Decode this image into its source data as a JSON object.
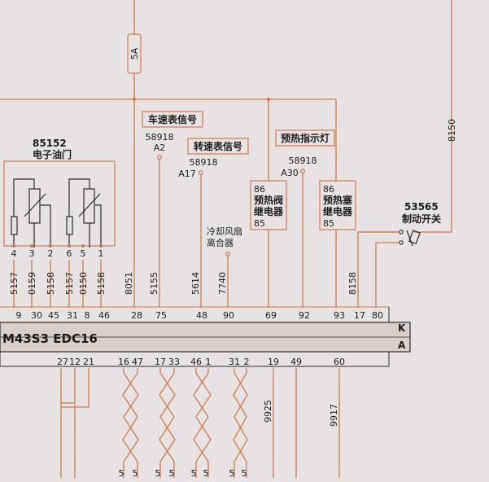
{
  "fuse": {
    "rating": "5A"
  },
  "wire_top_right": "8150",
  "throttle": {
    "code": "85152",
    "name": "电子油门",
    "pins": [
      "4",
      "3",
      "2",
      "6",
      "5",
      "1"
    ]
  },
  "signals": {
    "speedometer": {
      "name": "车速表信号",
      "code": "58918",
      "pin": "A2"
    },
    "tachometer": {
      "name": "转速表信号",
      "code": "58918",
      "pin": "A17"
    },
    "preheat_lamp": {
      "name": "预热指示灯",
      "code": "58918",
      "pin": "A30"
    },
    "fan_clutch": {
      "line1": "冷却风扇",
      "line2": "离合器"
    }
  },
  "relays": {
    "valve": {
      "top": "86",
      "line1": "预热阀",
      "line2": "继电器",
      "bottom": "85"
    },
    "plug": {
      "top": "86",
      "line1": "预热塞",
      "line2": "继电器",
      "bottom": "85"
    }
  },
  "brake_switch": {
    "code": "53565",
    "name": "制动开关"
  },
  "wire_numbers": [
    "5157",
    "0159",
    "5158",
    "5157",
    "0150",
    "5158",
    "8051",
    "5155",
    "5614",
    "7740",
    "8158"
  ],
  "ecu": {
    "name": "M43S3 EDC16",
    "connector_k": "K",
    "connector_a": "A",
    "k_pins": [
      "9",
      "30",
      "45",
      "31",
      "8",
      "46",
      "28",
      "75",
      "48",
      "90",
      "69",
      "92",
      "93",
      "17",
      "80"
    ],
    "a_pins": [
      "27",
      "12",
      "21",
      "16",
      "47",
      "17",
      "33",
      "46",
      "1",
      "31",
      "2",
      "19",
      "49",
      "60"
    ]
  },
  "lower_wires": [
    "9925",
    "9917"
  ],
  "bottom_labels": [
    "5",
    "5",
    "5",
    "5",
    "5",
    "5",
    "5",
    "5"
  ]
}
